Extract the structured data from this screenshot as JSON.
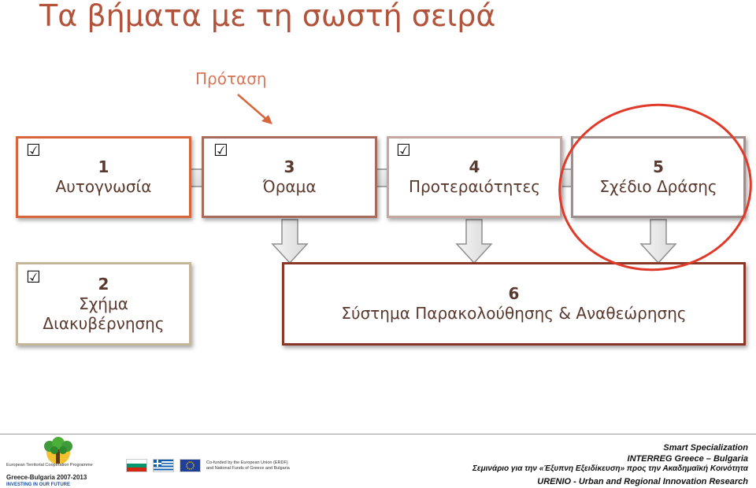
{
  "title": "Τα βήματα με τη σωστή σειρά",
  "proposal_label": "Πρόταση",
  "check_symbol": "☑",
  "steps": [
    {
      "num": "1",
      "label": "Αυτογνωσία"
    },
    {
      "num": "3",
      "label": "Όραμα"
    },
    {
      "num": "4",
      "label": "Προτεραιότητες"
    },
    {
      "num": "5",
      "label": "Σχέδιο Δράσης"
    },
    {
      "num": "2",
      "label_line1": "Σχήμα",
      "label_line2": "Διακυβέρνησης"
    },
    {
      "num": "6",
      "label": "Σύστημα Παρακολούθησης & Αναθεώρησης"
    }
  ],
  "colors": {
    "title": "#b2533c",
    "step1_border": "#d9653a",
    "step2_border": "#c3b69a",
    "step3_border": "#a86a5c",
    "step4_border": "#c4a7a1",
    "step5_border": "#9f8f8c",
    "step6_border": "#8a3728",
    "highlight_circle": "#e03a2a"
  },
  "footer": {
    "programme_line1": "European Territorial Cooperation Programme",
    "programme_line2": "",
    "programme_name": "Greece-Bulgaria 2007-2013",
    "programme_motto": "INVESTING IN OUR FUTURE",
    "cofund_line1": "Co-funded by the European Union (ERDF)",
    "cofund_line2": "and National Funds of Greece and Bulgaria",
    "right_line1": "Smart Specialization",
    "right_line2": "INTERREG Greece – Bulgaria",
    "right_line3": "Σεμινάριο για την «Έξυπνη Εξειδίκευση» προς την Ακαδημαϊκή Κοινότητα",
    "right_line4": "URENIO - Urban and Regional Innovation Research"
  }
}
